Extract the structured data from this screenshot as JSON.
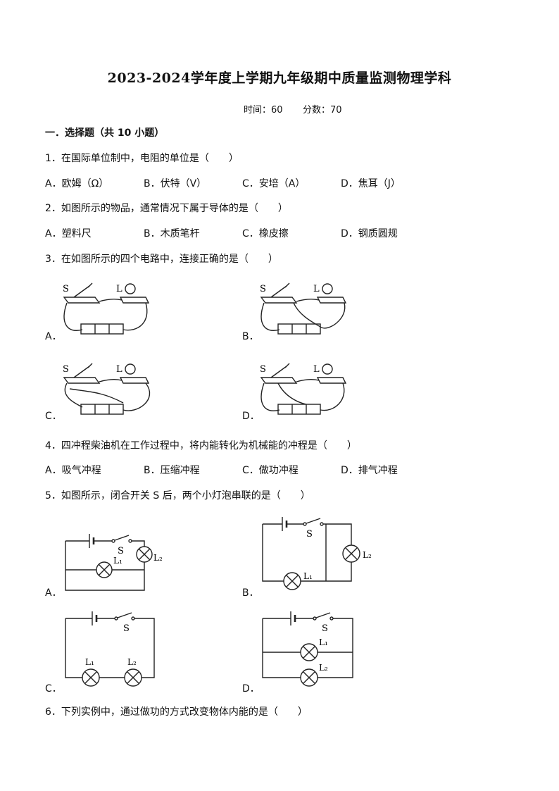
{
  "header": {
    "title": "2023-2024学年度上学期九年级期中质量监测物理学科",
    "time": "时间：60",
    "score": "分数：70"
  },
  "section": {
    "heading": "一．选择题（共 10 小题）"
  },
  "questions": [
    {
      "stem": "1．在国际单位制中，电阻的单位是（　　）",
      "options": [
        "A．欧姆（Ω）",
        "B．伏特（V）",
        "C．安培（A）",
        "D．焦耳（J）"
      ]
    },
    {
      "stem": "2．如图所示的物品，通常情况下属于导体的是（　　）",
      "options": [
        "A．塑料尺",
        "B．木质笔杆",
        "C．橡皮擦",
        "D．钢质圆规"
      ]
    },
    {
      "stem": "3．在如图所示的四个电路中，连接正确的是（　　）",
      "options": [
        "A．",
        "B．",
        "C．",
        "D．"
      ]
    },
    {
      "stem": "4．四冲程柴油机在工作过程中，将内能转化为机械能的冲程是（　　）",
      "options": [
        "A．吸气冲程",
        "B．压缩冲程",
        "C．做功冲程",
        "D．排气冲程"
      ]
    },
    {
      "stem": "5．如图所示，闭合开关 S 后，两个小灯泡串联的是（　　）",
      "options": [
        "A．",
        "B．",
        "C．",
        "D．"
      ]
    },
    {
      "stem": "6．下列实例中，通过做功的方式改变物体内能的是（　　）",
      "options": []
    }
  ],
  "figure_labels": {
    "switch": "S",
    "lamp": "L",
    "lamp1": "L₁",
    "lamp2": "L₂"
  }
}
